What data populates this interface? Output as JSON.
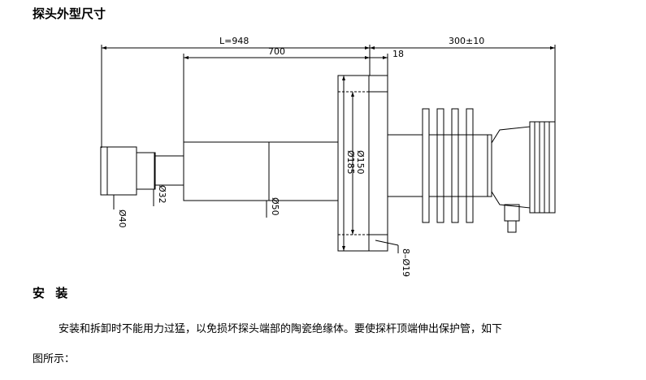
{
  "section1_title": "探头外型尺寸",
  "section2_title": "安 装",
  "paragraph_line1": "安装和拆卸时不能用力过猛，以免损坏探头端部的陶瓷绝缘体。要使探杆顶端伸出保护管，如下",
  "paragraph_line2": "图所示：",
  "diagram": {
    "dim_total_length": "L=948",
    "dim_700": "700",
    "dim_18": "18",
    "dim_300": "300±10",
    "dia_40": "Ø40",
    "dia_32": "Ø32",
    "dia_50": "Ø50",
    "dia_150": "Ø150",
    "dia_185": "Ø185",
    "bolt_holes": "8–Ø19"
  }
}
